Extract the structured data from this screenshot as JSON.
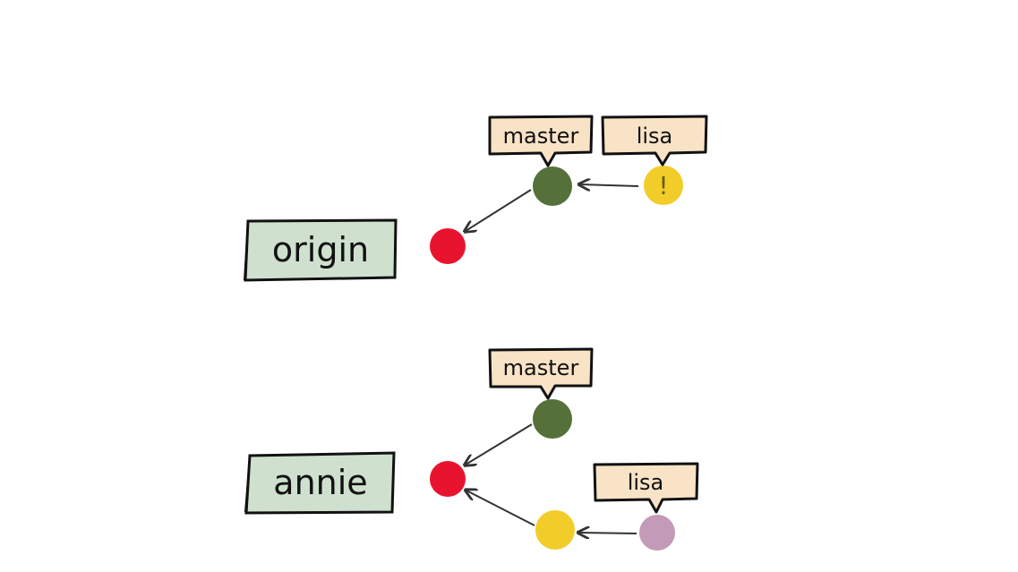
{
  "colors": {
    "repo_box": "#cfe0cf",
    "tag_box": "#f8e3c7",
    "outline": "#111111",
    "arrow": "#333333",
    "commit_red": "#e8142f",
    "commit_green": "#56703a",
    "commit_yellow": "#f2cd2a",
    "commit_purple": "#c39ab7"
  },
  "repos": [
    {
      "label": "origin",
      "branches": [
        {
          "label": "master",
          "icon": "speech-tag"
        },
        {
          "label": "lisa",
          "icon": "speech-tag"
        }
      ],
      "commits": [
        {
          "color": "red",
          "mark": ""
        },
        {
          "color": "green",
          "mark": ""
        },
        {
          "color": "yellow",
          "mark": "!"
        }
      ]
    },
    {
      "label": "annie",
      "branches": [
        {
          "label": "master",
          "icon": "speech-tag"
        },
        {
          "label": "lisa",
          "icon": "speech-tag"
        }
      ],
      "commits": [
        {
          "color": "red",
          "mark": ""
        },
        {
          "color": "green",
          "mark": ""
        },
        {
          "color": "yellow",
          "mark": ""
        },
        {
          "color": "purple",
          "mark": ""
        }
      ]
    }
  ]
}
